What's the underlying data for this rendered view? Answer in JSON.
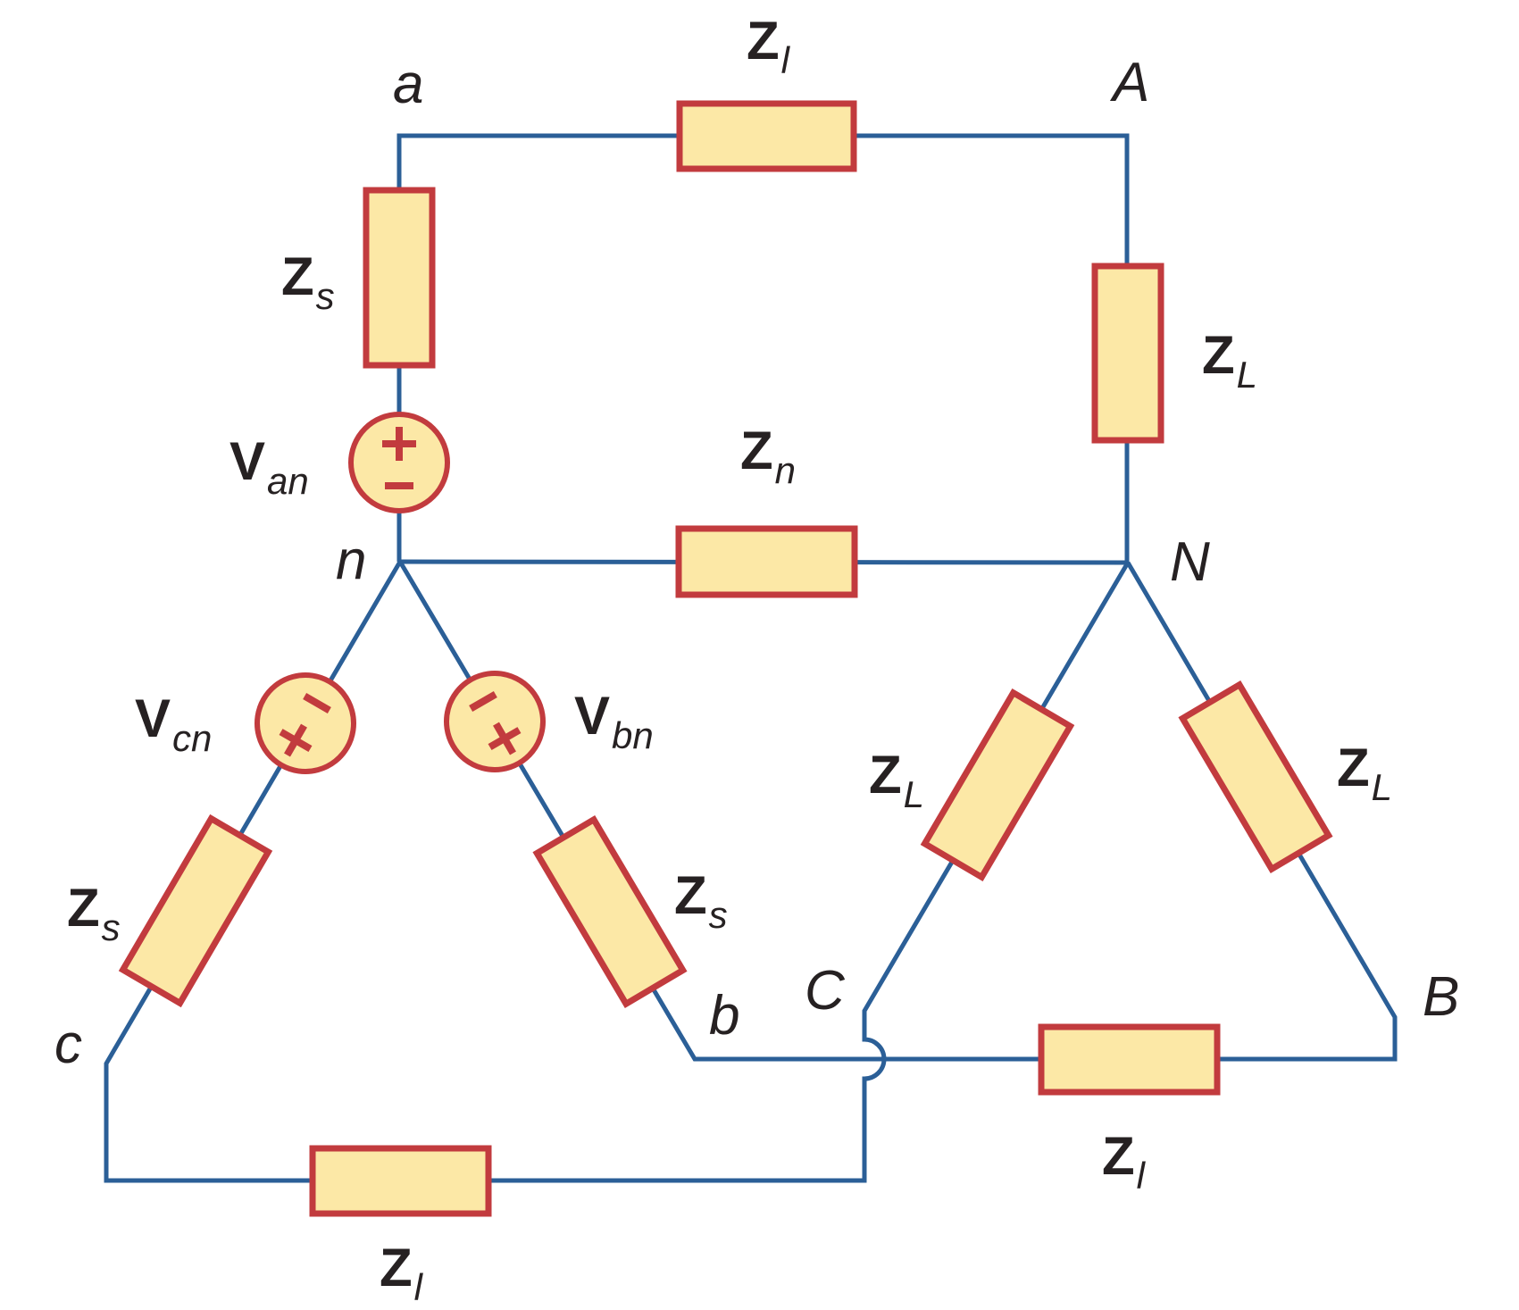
{
  "diagram_type": "three-phase-circuit",
  "colors": {
    "wire": "#2B5F97",
    "component_fill": "#FCE8A6",
    "component_border": "#C23B3E",
    "sign": "#C23B3E",
    "text": "#262122",
    "background": "#FFFFFF"
  },
  "nodes": {
    "a": "a",
    "A": "A",
    "b": "b",
    "B": "B",
    "c": "c",
    "C": "C",
    "n": "n",
    "N": "N"
  },
  "impedances": {
    "line_top": {
      "main": "Z",
      "sub": "l"
    },
    "line_b": {
      "main": "Z",
      "sub": "l"
    },
    "line_c": {
      "main": "Z",
      "sub": "l"
    },
    "source_a": {
      "main": "Z",
      "sub": "s"
    },
    "source_b": {
      "main": "Z",
      "sub": "s"
    },
    "source_c": {
      "main": "Z",
      "sub": "s"
    },
    "load_A": {
      "main": "Z",
      "sub": "L"
    },
    "load_B": {
      "main": "Z",
      "sub": "L"
    },
    "load_C": {
      "main": "Z",
      "sub": "L"
    },
    "neutral": {
      "main": "Z",
      "sub": "n"
    }
  },
  "sources": {
    "van": {
      "main": "V",
      "sub": "an",
      "plus": "+",
      "minus": "−"
    },
    "vbn": {
      "main": "V",
      "sub": "bn",
      "plus": "+",
      "minus": "−"
    },
    "vcn": {
      "main": "V",
      "sub": "cn",
      "plus": "+",
      "minus": "−"
    }
  }
}
